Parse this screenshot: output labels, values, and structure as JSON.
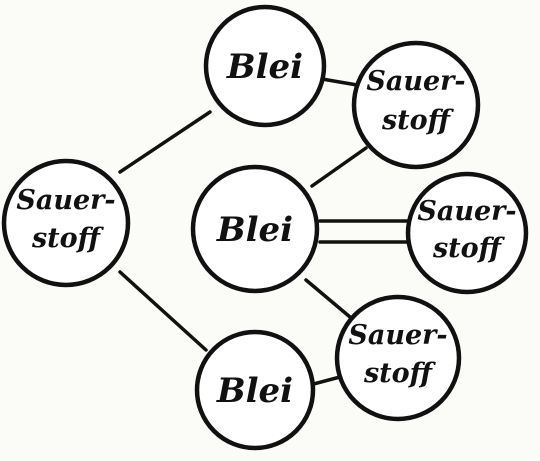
{
  "diagram": {
    "atoms": {
      "pb1": {
        "line1": "Blei"
      },
      "pb2": {
        "line1": "Blei"
      },
      "pb3": {
        "line1": "Blei"
      },
      "o1": {
        "line1": "Sauer-",
        "line2": "stoff"
      },
      "o2": {
        "line1": "Sauer-",
        "line2": "stoff"
      },
      "o3": {
        "line1": "Sauer-",
        "line2": "stoff"
      },
      "o4": {
        "line1": "Sauer-",
        "line2": "stoff"
      }
    },
    "bonds": [
      {
        "from": "o1",
        "to": "pb1",
        "order": 1
      },
      {
        "from": "o1",
        "to": "pb3",
        "order": 1
      },
      {
        "from": "pb1",
        "to": "o2",
        "order": 1
      },
      {
        "from": "o2",
        "to": "pb2",
        "order": 1
      },
      {
        "from": "pb2",
        "to": "o3",
        "order": 2
      },
      {
        "from": "pb2",
        "to": "o4",
        "order": 1
      },
      {
        "from": "o4",
        "to": "pb3",
        "order": 1
      }
    ],
    "colors": {
      "ink": "#111111",
      "paper": "#fbfbf8"
    }
  }
}
